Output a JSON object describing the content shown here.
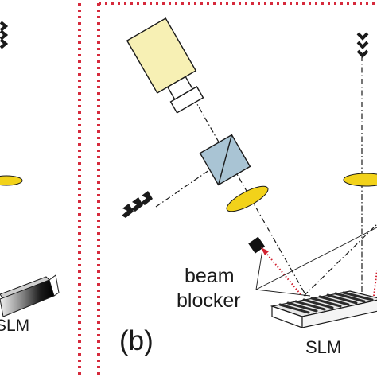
{
  "labels": {
    "slm_left": "SLM",
    "panel_b": "(b)",
    "beam_line1": "beam",
    "beam_line2": "blocker",
    "slm_right": "SLM"
  },
  "colors": {
    "border_dots": "#d62a3c",
    "lens": "#f2d21a",
    "camera_body": "#f7f0b4",
    "beamsplitter": "#a9c4d4",
    "red_beam": "#d2202f",
    "ink": "#1a1a1a"
  },
  "icons": {
    "arrow_chevrons": "triple-chevron",
    "camera": "camera-icon",
    "beamsplitter": "beamsplitter-cube-icon",
    "lens": "lens-icon",
    "blocker": "beam-blocker-icon"
  }
}
